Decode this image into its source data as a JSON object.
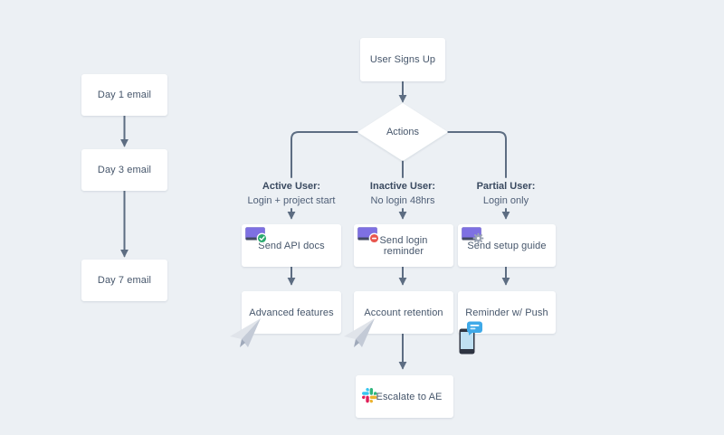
{
  "drip_sequence": {
    "items": [
      {
        "label": "Day 1 email"
      },
      {
        "label": "Day 3 email"
      },
      {
        "label": "Day 7 email"
      }
    ]
  },
  "flow": {
    "start_label": "User Signs Up",
    "decision_label": "Actions",
    "branches": [
      {
        "title": "Active User:",
        "subtitle": "Login + project start",
        "action_label": "Send API docs",
        "action_icon": "monitor-check-icon",
        "followup_label": "Advanced features",
        "followup_icon": "paper-plane-icon"
      },
      {
        "title": "Inactive User:",
        "subtitle": "No login 48hrs",
        "action_label": "Send login reminder",
        "action_icon": "monitor-minus-icon",
        "followup_label": "Account retention",
        "followup_icon": "paper-plane-icon",
        "escalation_label": "Escalate to AE",
        "escalation_icon": "slack-icon"
      },
      {
        "title": "Partial User:",
        "subtitle": "Login only",
        "action_label": "Send setup guide",
        "action_icon": "monitor-gear-icon",
        "followup_label": "Reminder w/ Push",
        "followup_icon": "phone-chat-icon"
      }
    ]
  },
  "colors": {
    "background": "#ecf0f4",
    "connector": "#5d6d82",
    "node_bg": "#ffffff",
    "text": "#46566b",
    "accent_purple": "#7e70e2",
    "status_green": "#2ca96f",
    "status_red": "#e8564e",
    "gear_gray": "#9aa3b2",
    "push_blue": "#3fa9e8",
    "slack_blue": "#36C5F0",
    "slack_green": "#2EB67D",
    "slack_red": "#E01E5A",
    "slack_yellow": "#ECB22E"
  }
}
